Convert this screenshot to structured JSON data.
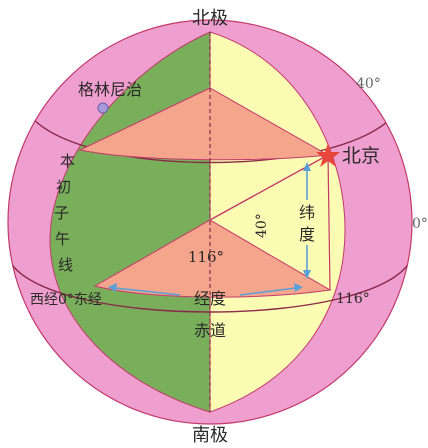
{
  "labels": {
    "north_pole": "北极",
    "south_pole": "南极",
    "greenwich": "格林尼治",
    "beijing": "北京",
    "prime_meridian": [
      "本",
      "初",
      "子",
      "午",
      "线"
    ],
    "west_east": "西经0°东经",
    "longitude_word": "经度",
    "latitude_word": [
      "纬",
      "度"
    ],
    "equator": "赤道",
    "angle_116_center": "116°",
    "angle_116_edge": "116°",
    "angle_40_inner": "40°",
    "lat_40_edge": "40°",
    "lat_0_edge": "0°"
  },
  "colors": {
    "sphere_pink": "#ef9fcf",
    "inner_pink": "#f3b1d8",
    "green": "#79ae5a",
    "yellow": "#fcfbb3",
    "salmon": "#f5a58c",
    "line_red": "#c23a6a",
    "arrow_blue": "#5aa0d8",
    "star_red": "#e8453c",
    "text_dark": "#2a2a2a",
    "text_gray": "#666666"
  }
}
